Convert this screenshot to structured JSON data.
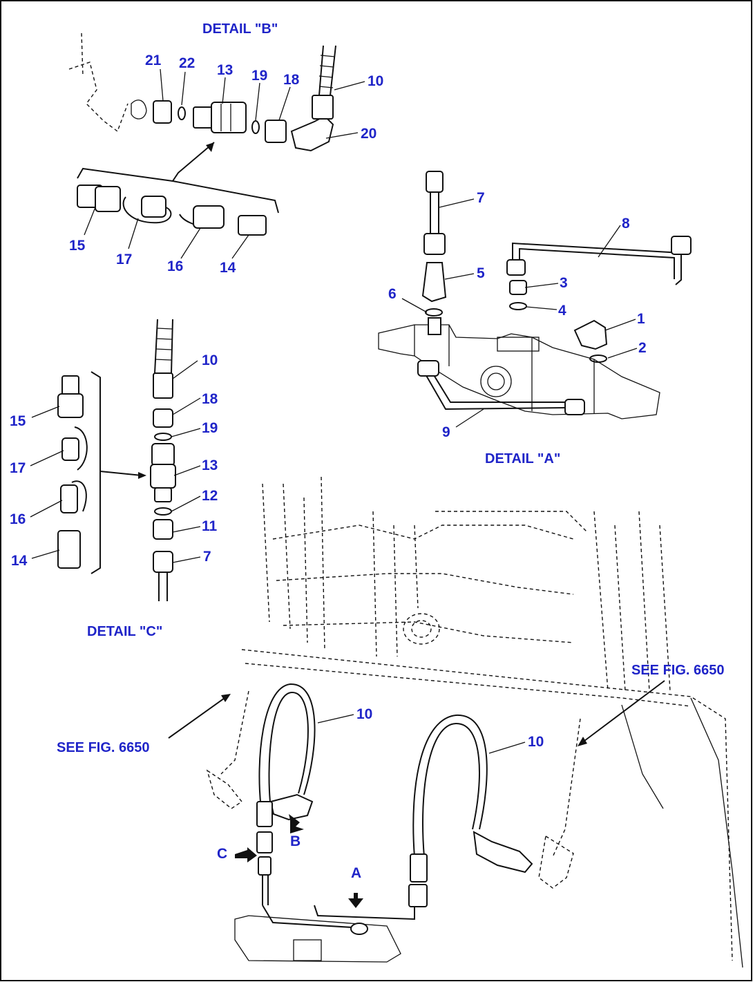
{
  "details": {
    "detail_a": "DETAIL \"A\"",
    "detail_b": "DETAIL \"B\"",
    "detail_c": "DETAIL \"C\""
  },
  "references": {
    "see_fig_left": "SEE FIG. 6650",
    "see_fig_right": "SEE FIG. 6650"
  },
  "view_markers": {
    "a": "A",
    "b": "B",
    "c": "C"
  },
  "part_numbers": {
    "b_21": "21",
    "b_22": "22",
    "b_13": "13",
    "b_19": "19",
    "b_18": "18",
    "b_10": "10",
    "b_20": "20",
    "b_15": "15",
    "b_17": "17",
    "b_16": "16",
    "b_14": "14",
    "a_7": "7",
    "a_8": "8",
    "a_5": "5",
    "a_3": "3",
    "a_6": "6",
    "a_4": "4",
    "a_1": "1",
    "a_2": "2",
    "a_9": "9",
    "c_10": "10",
    "c_18": "18",
    "c_19": "19",
    "c_13": "13",
    "c_12": "12",
    "c_11": "11",
    "c_7": "7",
    "c_15": "15",
    "c_17": "17",
    "c_16": "16",
    "c_14": "14",
    "m_10_left": "10",
    "m_10_right": "10"
  }
}
